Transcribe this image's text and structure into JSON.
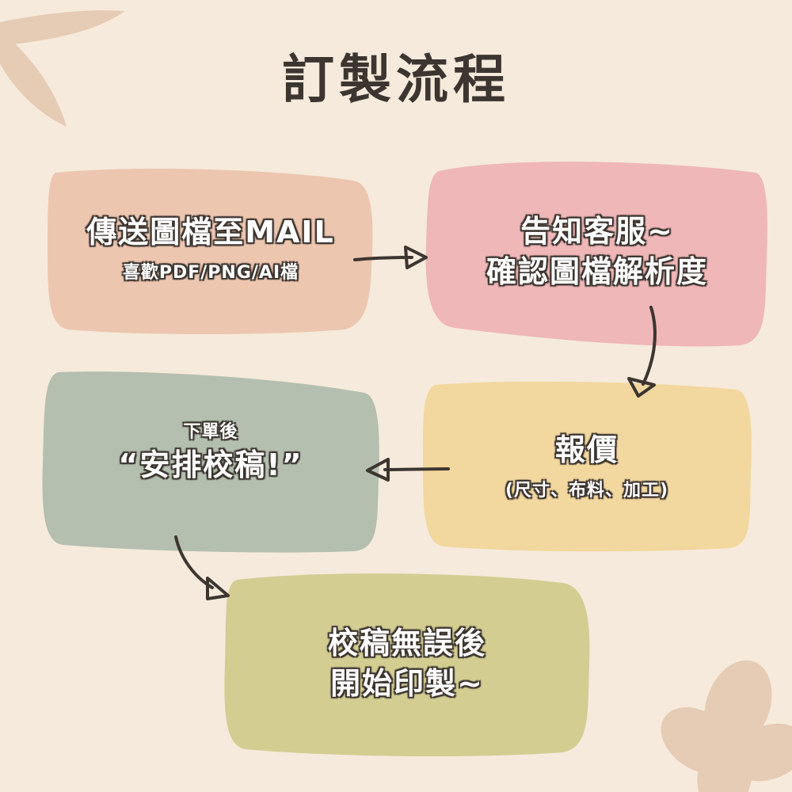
{
  "title": "訂製流程",
  "colors": {
    "background": "#f5eadb",
    "step1": "#edc6b0",
    "step2": "#efb7b7",
    "step3": "#f2d79e",
    "step4": "#b4bfaf",
    "step5": "#d3cd92",
    "text_outline": "#3c3530",
    "decoration": "#e6cbb5"
  },
  "steps": [
    {
      "lines": [
        "傳送圖檔至MAIL"
      ],
      "note": "喜歡PDF/PNG/AI檔"
    },
    {
      "lines": [
        "告知客服~",
        "確認圖檔解析度"
      ]
    },
    {
      "lines": [
        "報價"
      ],
      "note": "(尺寸、布料、加工)"
    },
    {
      "pre": "下單後",
      "lines": [
        "“安排校稿!”"
      ]
    },
    {
      "lines": [
        "校稿無誤後",
        "開始印製~"
      ]
    }
  ]
}
